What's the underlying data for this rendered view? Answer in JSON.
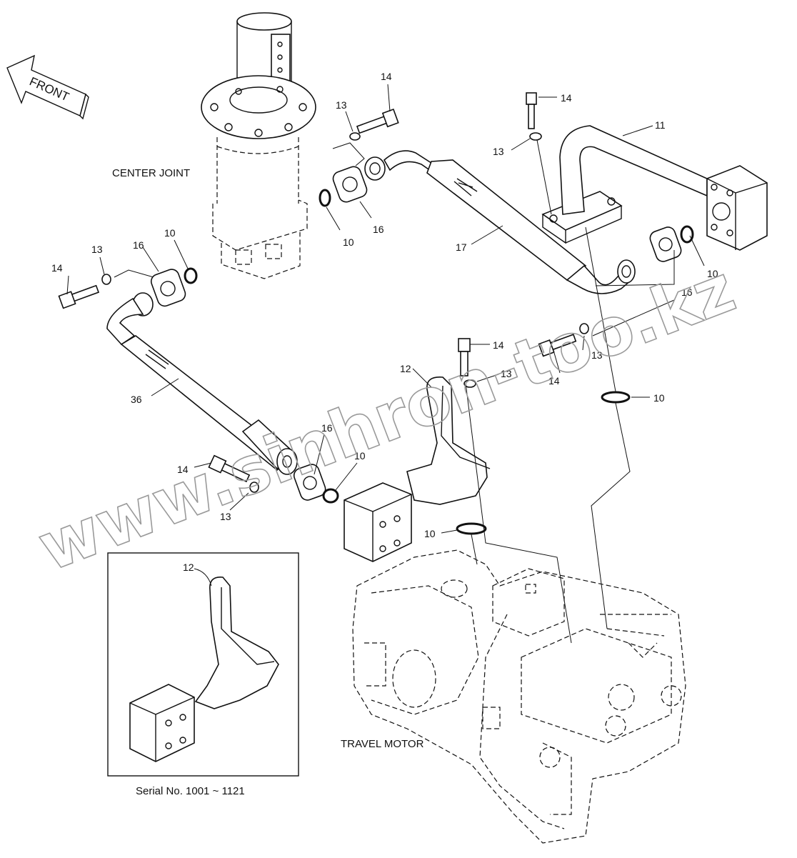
{
  "labels": {
    "center_joint": "CENTER JOINT",
    "travel_motor": "TRAVEL MOTOR",
    "front": "FRONT",
    "serial": "Serial No. 1001 ~ 1121",
    "watermark": "www.sinhron-too.kz"
  },
  "callouts": {
    "c14_top": "14",
    "c13_top": "13",
    "c16_top": "16",
    "c10_top": "10",
    "c14_right": "14",
    "c13_right": "13",
    "c11": "11",
    "c17": "17",
    "c10_right": "10",
    "c16_right": "16",
    "c14_left": "14",
    "c13_left": "13",
    "c16_left": "16",
    "c10_left": "10",
    "c36": "36",
    "c12": "12",
    "c14_mid": "14",
    "c13_mid": "13",
    "c14_mid2": "14",
    "c13_mid2": "13",
    "c10_mid2": "10",
    "c14_low": "14",
    "c13_low": "13",
    "c16_low": "16",
    "c10_low": "10",
    "c10_bottom": "10",
    "c12_inset": "12"
  }
}
